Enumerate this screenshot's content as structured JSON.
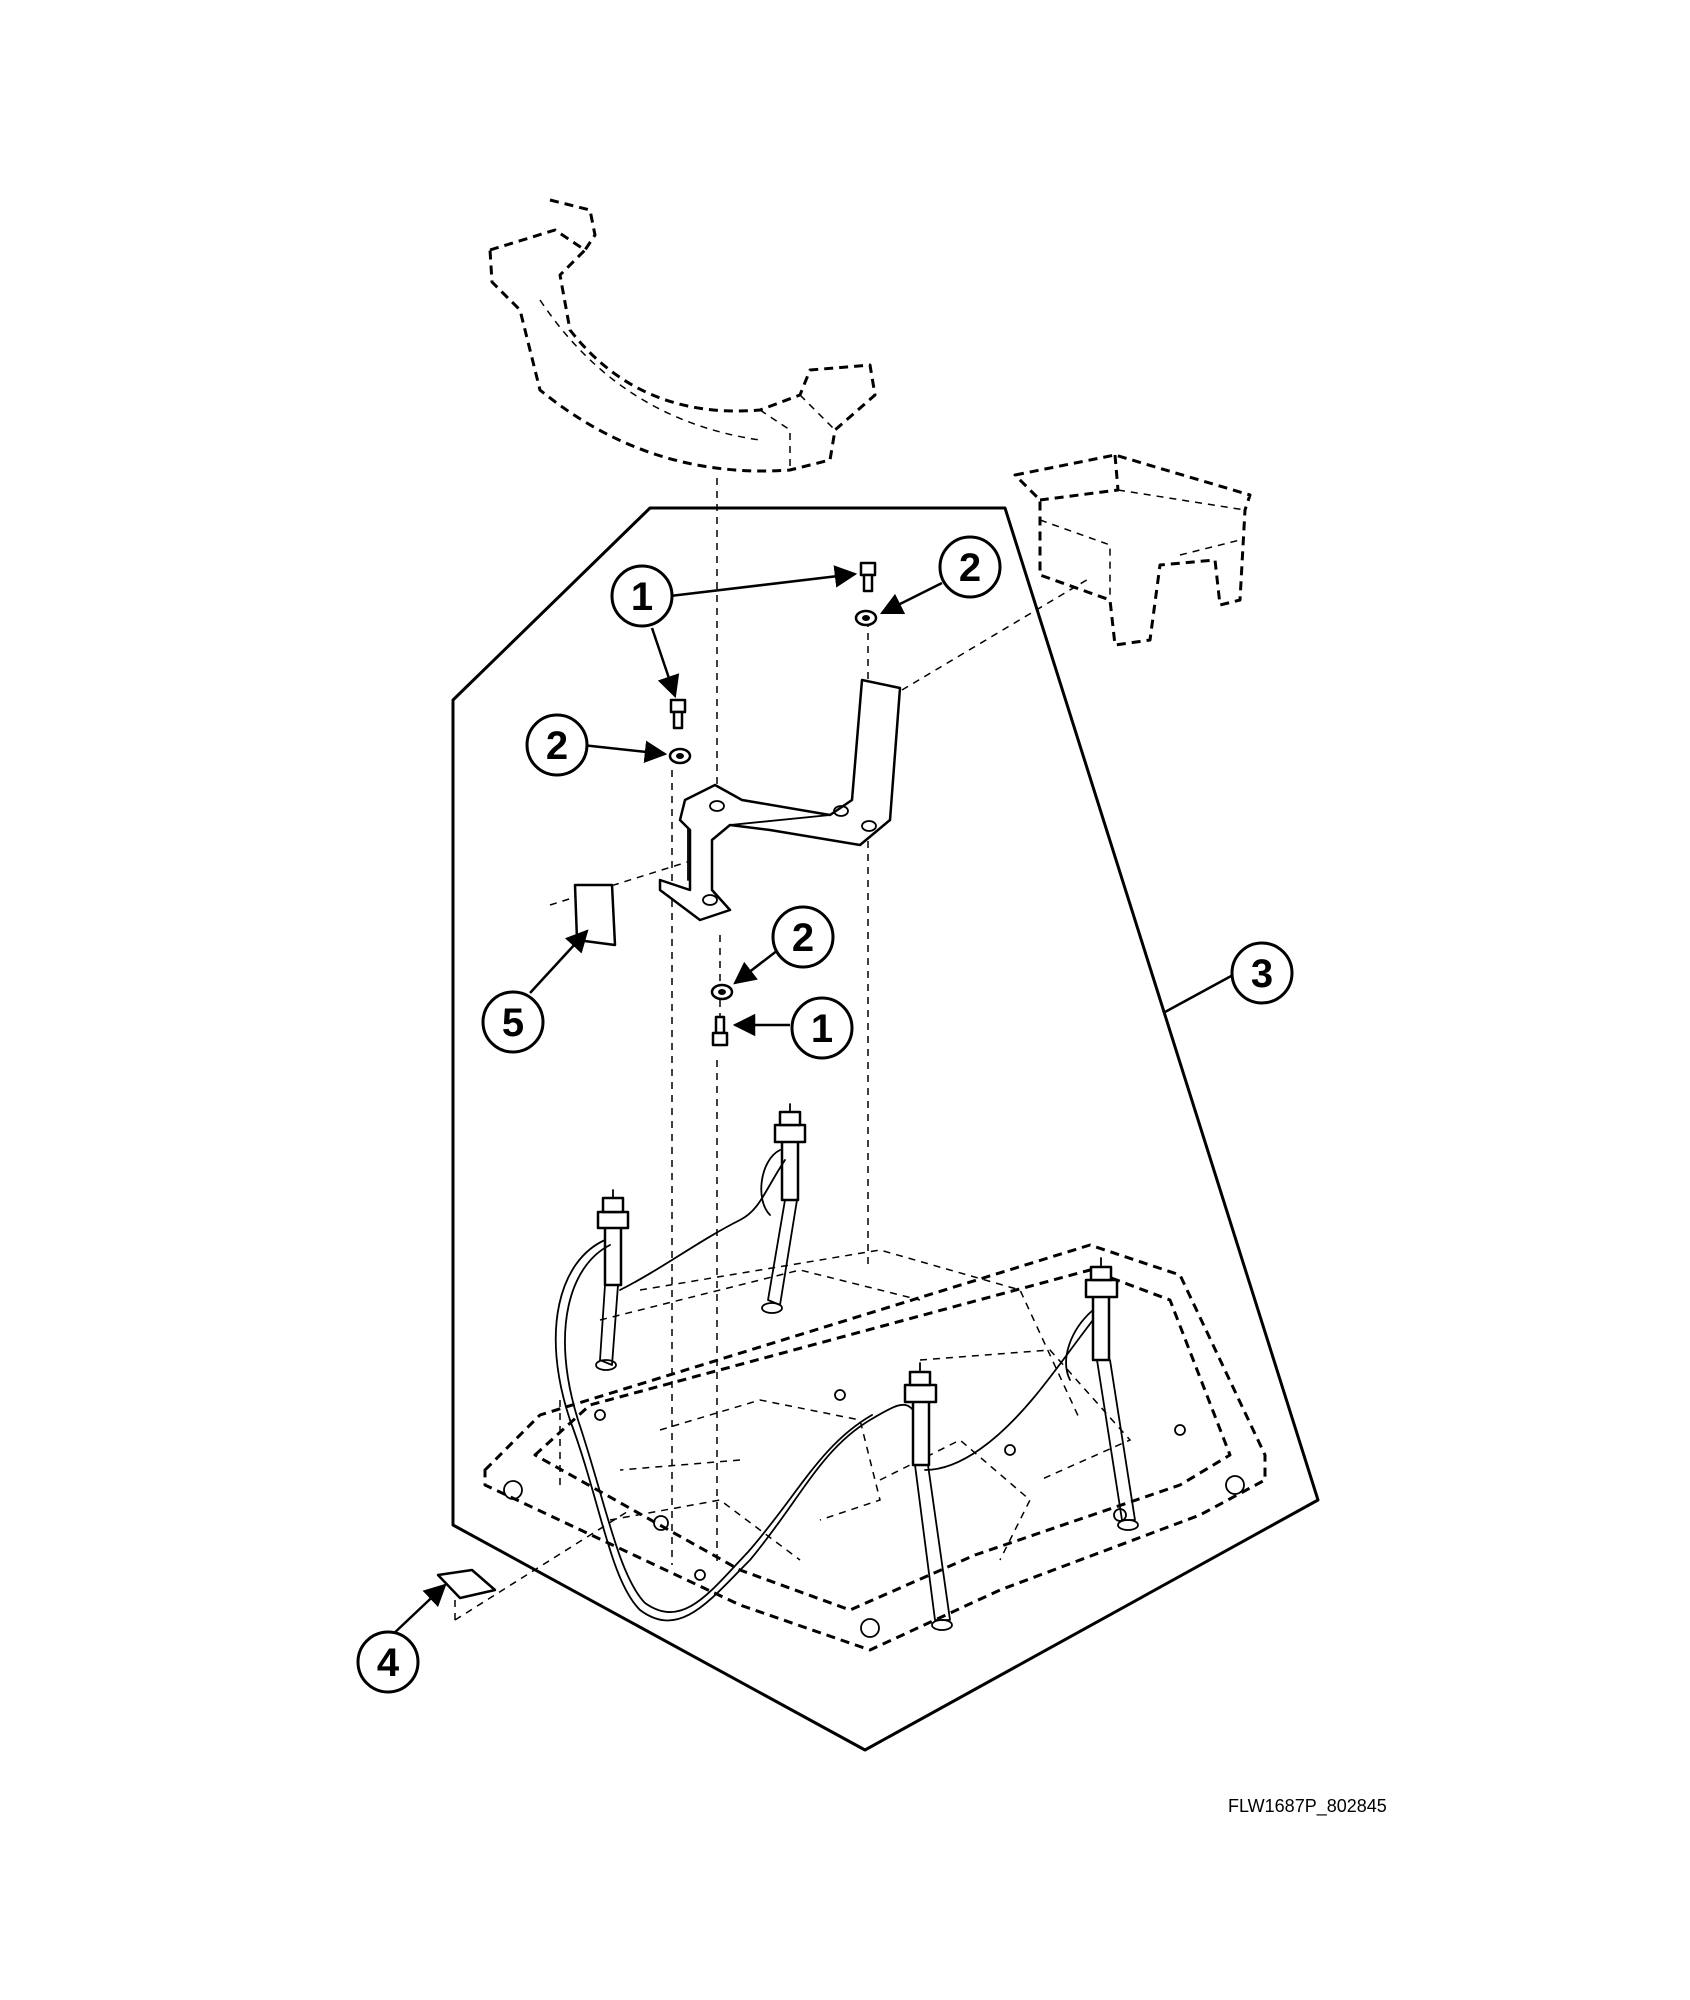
{
  "figure": {
    "reference_code": "FLW1687P_802845"
  },
  "callouts": [
    {
      "id": "c1a",
      "label": "1"
    },
    {
      "id": "c2a",
      "label": "2"
    },
    {
      "id": "c2b",
      "label": "2"
    },
    {
      "id": "c2c",
      "label": "2"
    },
    {
      "id": "c1b",
      "label": "1"
    },
    {
      "id": "c3",
      "label": "3"
    },
    {
      "id": "c5",
      "label": "5"
    },
    {
      "id": "c4",
      "label": "4"
    }
  ],
  "colors": {
    "line": "#000000",
    "background": "#ffffff"
  }
}
